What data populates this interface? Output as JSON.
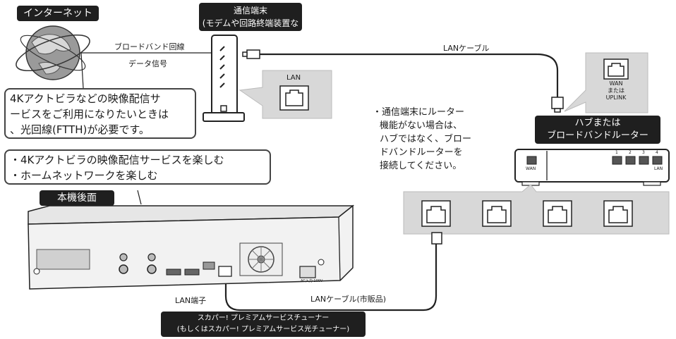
{
  "labels": {
    "internet": "インターネット",
    "modem_title_1": "通信端末",
    "modem_title_2": "(モデムや回路終端装置など)",
    "broadband_line": "ブロードバンド回線",
    "data_signal": "データ信号",
    "lan_cable": "LANケーブル",
    "lan_port": "LAN",
    "wan_port_1": "WAN",
    "wan_port_2": "または",
    "wan_port_3": "UPLINK",
    "router_note": [
      "・通信端末にルーター",
      "機能がない場合は、",
      "ハブではなく、ブロー",
      "ドバンドルーターを",
      "接続してください。"
    ],
    "hub_title_1": "ハブまたは",
    "hub_title_2": "ブロードバンドルーター",
    "hub_wan": "WAN",
    "hub_lan": "LAN",
    "hub_ports": [
      "1",
      "2",
      "3",
      "4"
    ],
    "ftth_note": [
      "4Kアクトビラなどの映像配信サ",
      "ービスをご利用になりたいときは",
      "、光回線(FTTH)が必要です。"
    ],
    "enjoy_note": [
      "・4Kアクトビラの映像配信サービスを楽しむ",
      "・ホームネットワークを楽しむ"
    ],
    "unit_back": "本機後面",
    "lan_terminal": "LAN端子",
    "lan_cable_retail": "LANケーブル(市販品)",
    "skyperfect_1": "スカパー! プレミアムサービスチューナー",
    "skyperfect_2": "(もしくはスカパー! プレミアムサービス光チューナー)",
    "ac_label": "AC入力 100V"
  }
}
